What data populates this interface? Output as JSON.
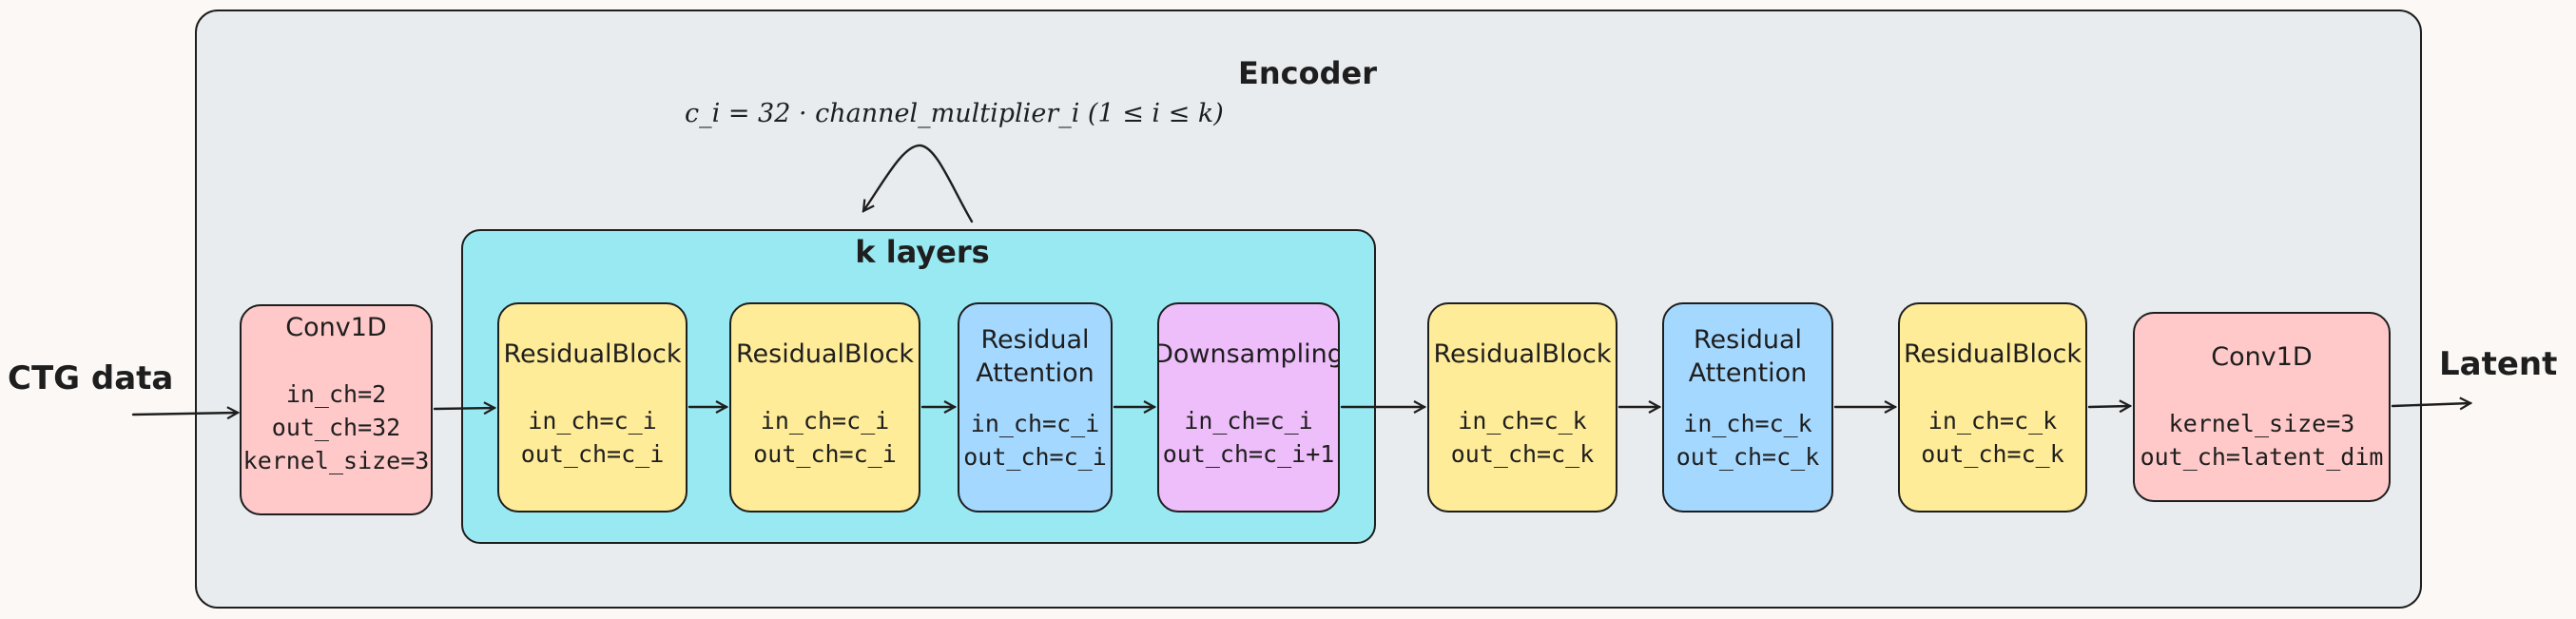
{
  "encoder": {
    "title": "Encoder"
  },
  "loop": {
    "title": "k layers",
    "formula": "c_i = 32 · channel_multiplier_i (1 ≤ i ≤ k)"
  },
  "input_label": "CTG data",
  "output_label": "Latent",
  "blocks": {
    "conv_in": {
      "name": "Conv1D",
      "lines": [
        "in_ch=2",
        "out_ch=32",
        "kernel_size=3"
      ]
    },
    "res1": {
      "name": "ResidualBlock",
      "lines": [
        "in_ch=c_i",
        "out_ch=c_i"
      ]
    },
    "res2": {
      "name": "ResidualBlock",
      "lines": [
        "in_ch=c_i",
        "out_ch=c_i"
      ]
    },
    "attn1": {
      "name1": "Residual",
      "name2": "Attention",
      "lines": [
        "in_ch=c_i",
        "out_ch=c_i"
      ]
    },
    "down": {
      "name": "Downsampling",
      "lines": [
        "in_ch=c_i",
        "out_ch=c_i+1"
      ]
    },
    "res3": {
      "name": "ResidualBlock",
      "lines": [
        "in_ch=c_k",
        "out_ch=c_k"
      ]
    },
    "attn2": {
      "name1": "Residual",
      "name2": "Attention",
      "lines": [
        "in_ch=c_k",
        "out_ch=c_k"
      ]
    },
    "res4": {
      "name": "ResidualBlock",
      "lines": [
        "in_ch=c_k",
        "out_ch=c_k"
      ]
    },
    "conv_out": {
      "name": "Conv1D",
      "lines": [
        "kernel_size=3",
        "out_ch=latent_dim"
      ]
    }
  },
  "colors": {
    "conv": "#ffc9c9",
    "residual_block": "#ffec99",
    "attention": "#a5d8ff",
    "downsampling": "#eebefa",
    "loop_frame": "#99e9f2",
    "encoder_frame": "#e8ecef"
  }
}
